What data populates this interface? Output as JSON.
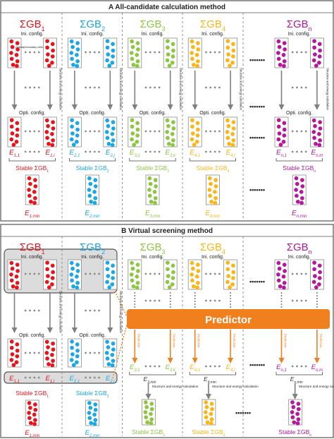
{
  "colors": {
    "red": "#e8141c",
    "blue": "#19a8e6",
    "green": "#8dc63f",
    "yellow": "#fbb615",
    "magenta": "#b5169b",
    "orange": "#f07f1e",
    "gray_panel": "#dcdcdc",
    "arrow": "#7f7f7f",
    "text": "#222222"
  },
  "icons": [
    "atom-dot-icon",
    "down-arrow-icon",
    "dotted-ellipsis-icon"
  ],
  "panel_a": {
    "title": "A  All-candidate calculation method",
    "labels": {
      "ini_config": "Ini. config.",
      "opti_config": "Opti. config.",
      "structure_energy_calc": "Structure and energy calculation",
      "undersized_note": "Overlap/boundary cells",
      "ellipsis": "•••••••"
    },
    "columns": [
      {
        "sum": "ΣGB",
        "sub": "1",
        "color_key": "red",
        "e_left": "E",
        "e_left_sub": "1,1",
        "e_right": "E",
        "e_right_sub": "1,i",
        "stable_prefix": "Stable ΣGB",
        "stable_sub": "1",
        "emin": "E",
        "emin_sub": "1,min"
      },
      {
        "sum": "ΣGB",
        "sub": "2",
        "color_key": "blue",
        "e_left": "E",
        "e_left_sub": "2,1",
        "e_right": "E",
        "e_right_sub": "2,j",
        "stable_prefix": "Stable ΣGB",
        "stable_sub": "2",
        "emin": "E",
        "emin_sub": "2,min"
      },
      {
        "sum": "ΣGB",
        "sub": "3",
        "color_key": "green",
        "e_left": "E",
        "e_left_sub": "3,1",
        "e_right": "E",
        "e_right_sub": "3,k",
        "stable_prefix": "Stable ΣGB",
        "stable_sub": "3",
        "emin": "E",
        "emin_sub": "3,min"
      },
      {
        "sum": "ΣGB",
        "sub": "4",
        "color_key": "yellow",
        "e_left": "E",
        "e_left_sub": "4,1",
        "e_right": "E",
        "e_right_sub": "4,l",
        "stable_prefix": "Stable ΣGB",
        "stable_sub": "4",
        "emin": "E",
        "emin_sub": "4,min"
      },
      {
        "sum": "ΣGB",
        "sub": "n",
        "color_key": "magenta",
        "e_left": "E",
        "e_left_sub": "n,1",
        "e_right": "E",
        "e_right_sub": "n,m",
        "stable_prefix": "Stable ΣGB",
        "stable_sub": "n",
        "emin": "E",
        "emin_sub": "n,min"
      }
    ]
  },
  "panel_b": {
    "title": "B  Virtual screening method",
    "predictor": "Predictor",
    "prediction": "Prediction",
    "labels": {
      "ini_config": "Ini. config.",
      "opti_config": "Opti. config.",
      "structure_energy_calc": "Structure and energy calculation",
      "ellipsis": "•••••••"
    },
    "columns": [
      {
        "sum": "ΣGB",
        "sub": "1",
        "color_key": "red",
        "e_left": "E",
        "e_left_sub": "1,1",
        "e_right": "E",
        "e_right_sub": "1,i",
        "stable_prefix": "Stable ΣGB",
        "stable_sub": "1",
        "emin": "E",
        "emin_sub": "1,min"
      },
      {
        "sum": "ΣGB",
        "sub": "2",
        "color_key": "blue",
        "e_left": "E",
        "e_left_sub": "2,1",
        "e_right": "E",
        "e_right_sub": "2,j",
        "stable_prefix": "Stable ΣGB",
        "stable_sub": "2",
        "emin": "E",
        "emin_sub": "2,min"
      },
      {
        "sum": "ΣGB",
        "sub": "3",
        "color_key": "green",
        "e_left": "E",
        "e_left_sub": "3,1",
        "e_right": "E",
        "e_right_sub": "3,k",
        "e_min_label": "E",
        "e_min_sub": "3,min",
        "stable_prefix": "Stable ΣGB",
        "stable_sub": "3"
      },
      {
        "sum": "ΣGB",
        "sub": "4",
        "color_key": "yellow",
        "e_left": "E",
        "e_left_sub": "4,1",
        "e_right": "E",
        "e_right_sub": "4,l",
        "e_min_label": "E",
        "e_min_sub": "4,min",
        "stable_prefix": "Stable ΣGB",
        "stable_sub": "4"
      },
      {
        "sum": "ΣGB",
        "sub": "n",
        "color_key": "magenta",
        "e_left": "E",
        "e_left_sub": "n,1",
        "e_right": "E",
        "e_right_sub": "n,m",
        "e_min_label": "E",
        "e_min_sub": "n,min",
        "stable_prefix": "Stable ΣGB",
        "stable_sub": "n"
      }
    ]
  }
}
